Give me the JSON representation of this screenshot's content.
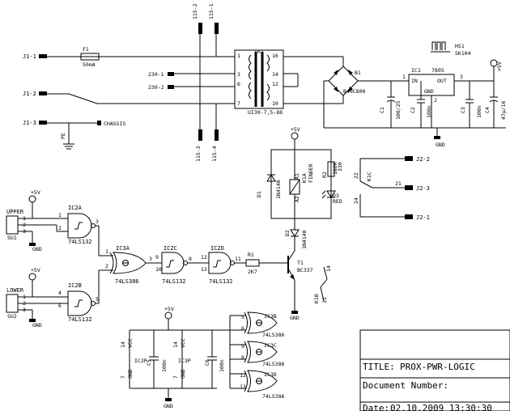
{
  "connectors": {
    "j1_1": "J1-1",
    "j1_2": "J1-2",
    "j1_3": "J1-3",
    "j2_1": "J2-1",
    "j2_2": "J2-2",
    "j2_3": "J2-3",
    "p115_1": "115-1",
    "p115_2": "115-2",
    "p115_3": "115-3",
    "p115_4": "115-4",
    "p230_1": "230-1",
    "p230_2": "230-2",
    "chassis": "CHASSIS",
    "pe": "PE"
  },
  "fuse": {
    "ref": "F1",
    "value": "50mA"
  },
  "transformer": {
    "ref": "TR1",
    "part": "UI30-7,5-88",
    "pins": [
      "1",
      "3",
      "6",
      "7",
      "16",
      "14",
      "12",
      "10"
    ]
  },
  "rectifier": {
    "ref": "B1",
    "part": "B40C800"
  },
  "regulator": {
    "ref": "IC1",
    "part": "7805",
    "in": "IN",
    "out": "OUT",
    "gnd": "GND",
    "pin1": "1",
    "pin2": "2",
    "pin3": "3"
  },
  "heatsink": {
    "ref": "HS1",
    "part": "SK104"
  },
  "caps": {
    "c1": "C1",
    "c1v": "100/25",
    "c2": "C2",
    "c2v": "100n",
    "c3": "C3",
    "c3v": "100n",
    "c4": "C4",
    "c4v": "47µ/16",
    "c5": "C5",
    "c5v": "100n",
    "c6": "C6",
    "c6v": "100n"
  },
  "relay": {
    "ref": "K1A",
    "part": "FINDER",
    "p1": "A1",
    "p2": "A2",
    "contact": "K1C",
    "p21": "21",
    "p22": "22",
    "p24": "24",
    "k1b": "K1B",
    "p11": "11",
    "p14": "14"
  },
  "resistors": {
    "r1": "R1",
    "r1v": "2K7",
    "r2": "R2",
    "r2v": "330",
    "r2b": "180R"
  },
  "diodes": {
    "d1": "D1",
    "d1v": "1N4148",
    "d2": "D2",
    "d2v": "1N4148",
    "d3": "D3",
    "d3v": "RED"
  },
  "transistor": {
    "ref": "T1",
    "part": "BC337"
  },
  "gates": {
    "ic2a": "IC2A",
    "ic2b": "IC2B",
    "ic2c": "IC2C",
    "ic2d": "IC2D",
    "ic3a": "IC3A",
    "ic3b": "IC3B",
    "ic3c": "IC3C",
    "ic3d": "IC3D",
    "ls132": "74LS132",
    "ls386": "74LS386",
    "ic2p": "IC2P",
    "ic3p": "IC3P",
    "vcc": "VCC"
  },
  "supplies": {
    "p5v": "+5V",
    "gnd": "GND"
  },
  "switches": {
    "su1": "SU1",
    "su2": "SU2",
    "upper": "UPPER",
    "lower": "LOWER"
  },
  "pins": {
    "n1": "1",
    "n2": "2",
    "n3": "3",
    "n4": "4",
    "n5": "5",
    "n6": "6",
    "n7": "7",
    "n8": "8",
    "n9": "9",
    "n10": "10",
    "n11": "11",
    "n12": "12",
    "n13": "13",
    "n14": "14"
  },
  "title_block": {
    "title_label": "TITLE:",
    "title_value": "PROX-PWR-LOGIC",
    "docnum_label": "Document Number:",
    "date_label": "Date:",
    "date_value": "02.10.2009 13:30:30"
  }
}
